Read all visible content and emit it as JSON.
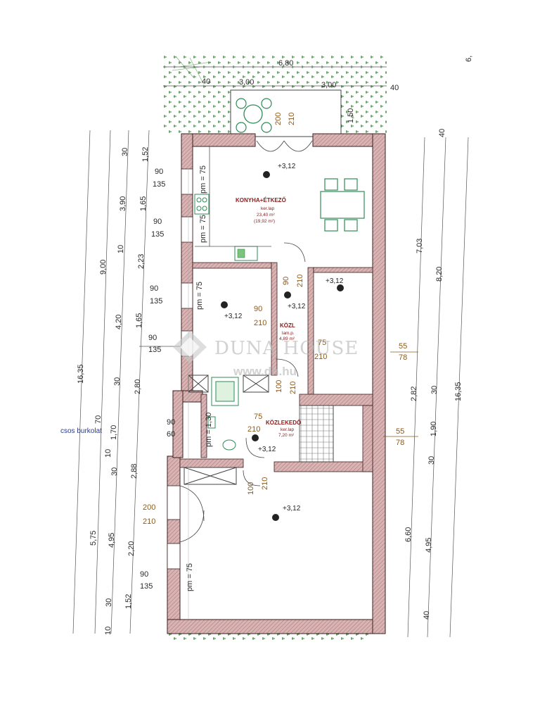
{
  "rooms": {
    "kitchen": {
      "name": "KONYHA+ÉTKEZŐ",
      "floor": "ker.lap",
      "area": "23,40 m²",
      "area_net": "(19,92 m²)"
    },
    "hall": {
      "name": "KÖZL",
      "floor": "lam.p.",
      "area": "4,89 m²"
    },
    "corridor": {
      "name": "KÖZLEKEDŐ",
      "floor": "ker.lap",
      "area": "7,20 m²"
    }
  },
  "levels": {
    "kitchen": "+3,12",
    "room1": "+3,12",
    "hall": "+3,12",
    "room2": "+3,12",
    "corridor": "+3,12",
    "living": "+3,12"
  },
  "top_dims": {
    "total": "6,80",
    "a": "3,00",
    "b": "3,00",
    "wall_l": "40",
    "wall_r": "40",
    "terrace": "1,50"
  },
  "left_outer": {
    "total": "16,35",
    "a": "9,00",
    "b": "5,75",
    "c": "10",
    "d": "30",
    "e": "10",
    "f": "70"
  },
  "left_mid": {
    "a": "30",
    "b": "3,90",
    "c": "10",
    "d": "4,20",
    "e": "30",
    "f": "1,70",
    "g": "10",
    "h": "30",
    "i": "4,95",
    "j": "30",
    "k": "10"
  },
  "left_inner": {
    "a": "1,52",
    "b": "1,65",
    "c": "2,23",
    "d": "1,65",
    "e": "2,80",
    "f": "2,88",
    "g": "2,20",
    "h": "1,52"
  },
  "right_outer": {
    "total": "16,35",
    "a": "6,"
  },
  "right_mid": {
    "a": "40",
    "b": "8,20",
    "c": "30",
    "d": "1,90",
    "e": "30",
    "f": "4,95",
    "g": "40"
  },
  "right_inner": {
    "a": "7,03",
    "b": "2,82",
    "c": "6,60"
  },
  "windows": {
    "w1": {
      "w": "90",
      "h": "135"
    },
    "w2": {
      "w": "90",
      "h": "135"
    },
    "w3": {
      "w": "90",
      "h": "135"
    },
    "w4": {
      "w": "90",
      "h": "135"
    },
    "w5": {
      "w": "90",
      "h": "60"
    },
    "w6": {
      "w": "90",
      "h": "135"
    },
    "door_left": {
      "w": "200",
      "h": "210"
    },
    "door_right1": {
      "w": "55",
      "h": "78"
    },
    "door_right2": {
      "w": "55",
      "h": "78"
    }
  },
  "parapets": {
    "p1": "pm = 75",
    "p2": "pm = 75",
    "p3": "pm = 75",
    "p4": "pm = 1,30",
    "p5": "pm = 75"
  },
  "doors": {
    "terrace": {
      "w": "200",
      "h": "210"
    },
    "kitchen_hall": {
      "w": "90",
      "h": "210"
    },
    "room1": {
      "w": "90",
      "h": "210"
    },
    "hall_room2": {
      "w": "75",
      "h": "210"
    },
    "hall_bottom": {
      "w": "100",
      "h": "210"
    },
    "wc": {
      "w": "75",
      "h": "210"
    },
    "living": {
      "w": "100",
      "h": "210"
    }
  },
  "side_label": "csos burkolat",
  "watermark": {
    "brand": "DUNA HOUSE",
    "url": "www.dh.hu"
  },
  "colors": {
    "wall": "#b58a8a",
    "wall_line": "#3a1f1f",
    "grass": "#3a8a3a",
    "dim_brown": "#8a5a1c",
    "room_label": "#8b1a1a",
    "furniture": "#2e8b57"
  }
}
